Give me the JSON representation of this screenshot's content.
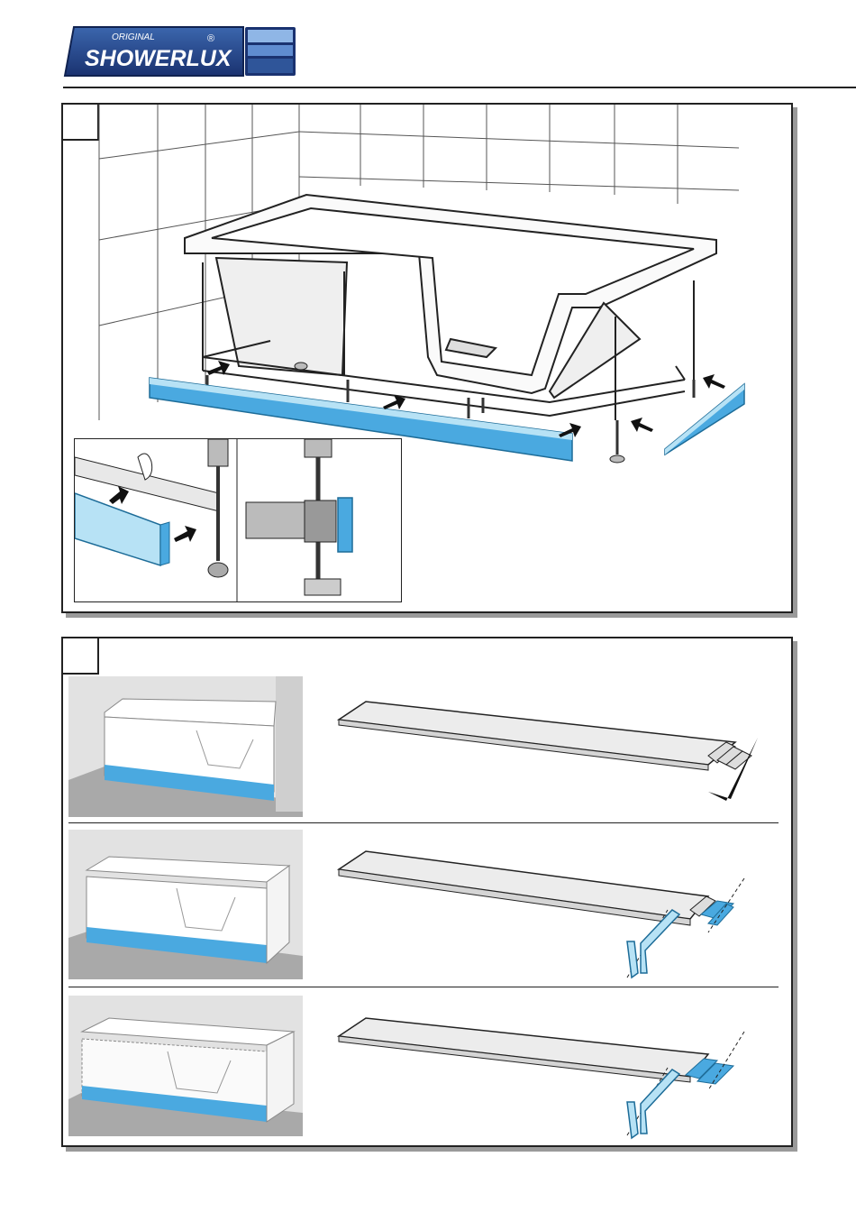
{
  "brand": {
    "tagline": "ORIGINAL",
    "name": "SHOWERLUX",
    "registered": "®",
    "colors": {
      "navy": "#1f3a78",
      "blue": "#3f6fb3",
      "light": "#8fb6e6"
    }
  },
  "colors": {
    "accent_blue": "#4aa9e0",
    "accent_light": "#b7e2f5",
    "line": "#222222",
    "floor": "#cfcfcf",
    "wall": "#ededed"
  },
  "icons": {
    "step1": [
      "frame-assembly-illustration",
      "arrow-icon",
      "adjustable-foot-icon",
      "clip-detail-icon"
    ],
    "step2": [
      "bath-plinth-illustration",
      "panel-strip-illustration",
      "checkmark-icon",
      "cutter-icon"
    ]
  }
}
